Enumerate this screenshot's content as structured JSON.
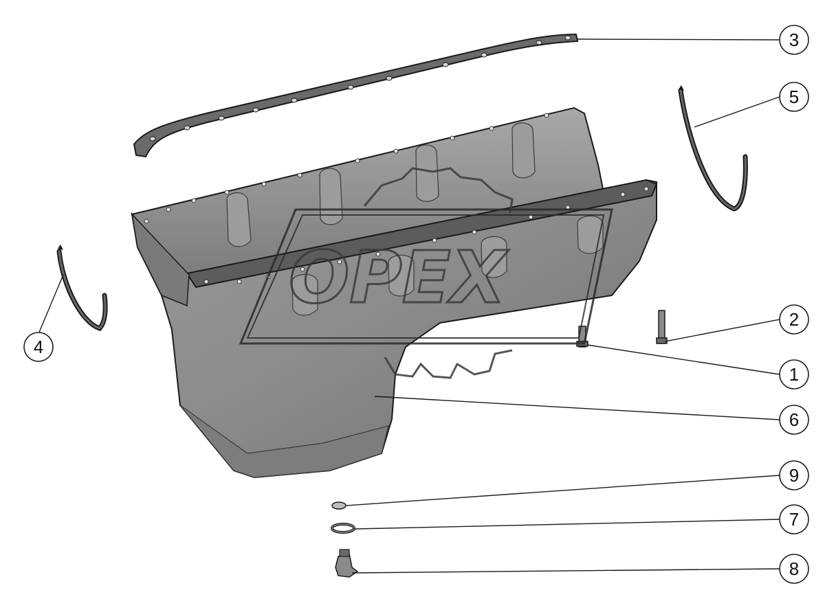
{
  "diagram": {
    "callouts": [
      {
        "id": "1",
        "label": "1"
      },
      {
        "id": "2",
        "label": "2"
      },
      {
        "id": "3",
        "label": "3"
      },
      {
        "id": "4",
        "label": "4"
      },
      {
        "id": "5",
        "label": "5"
      },
      {
        "id": "6",
        "label": "6"
      },
      {
        "id": "7",
        "label": "7"
      },
      {
        "id": "8",
        "label": "8"
      },
      {
        "id": "9",
        "label": "9"
      }
    ],
    "watermark": {
      "text": "OPEX"
    }
  },
  "colors": {
    "background": "#ffffff",
    "part_fill": "#8f8f8f",
    "part_dark": "#5c5c5c",
    "part_light": "#b8b8b8",
    "outline": "#1a1a1a",
    "leader": "#1a1a1a"
  }
}
